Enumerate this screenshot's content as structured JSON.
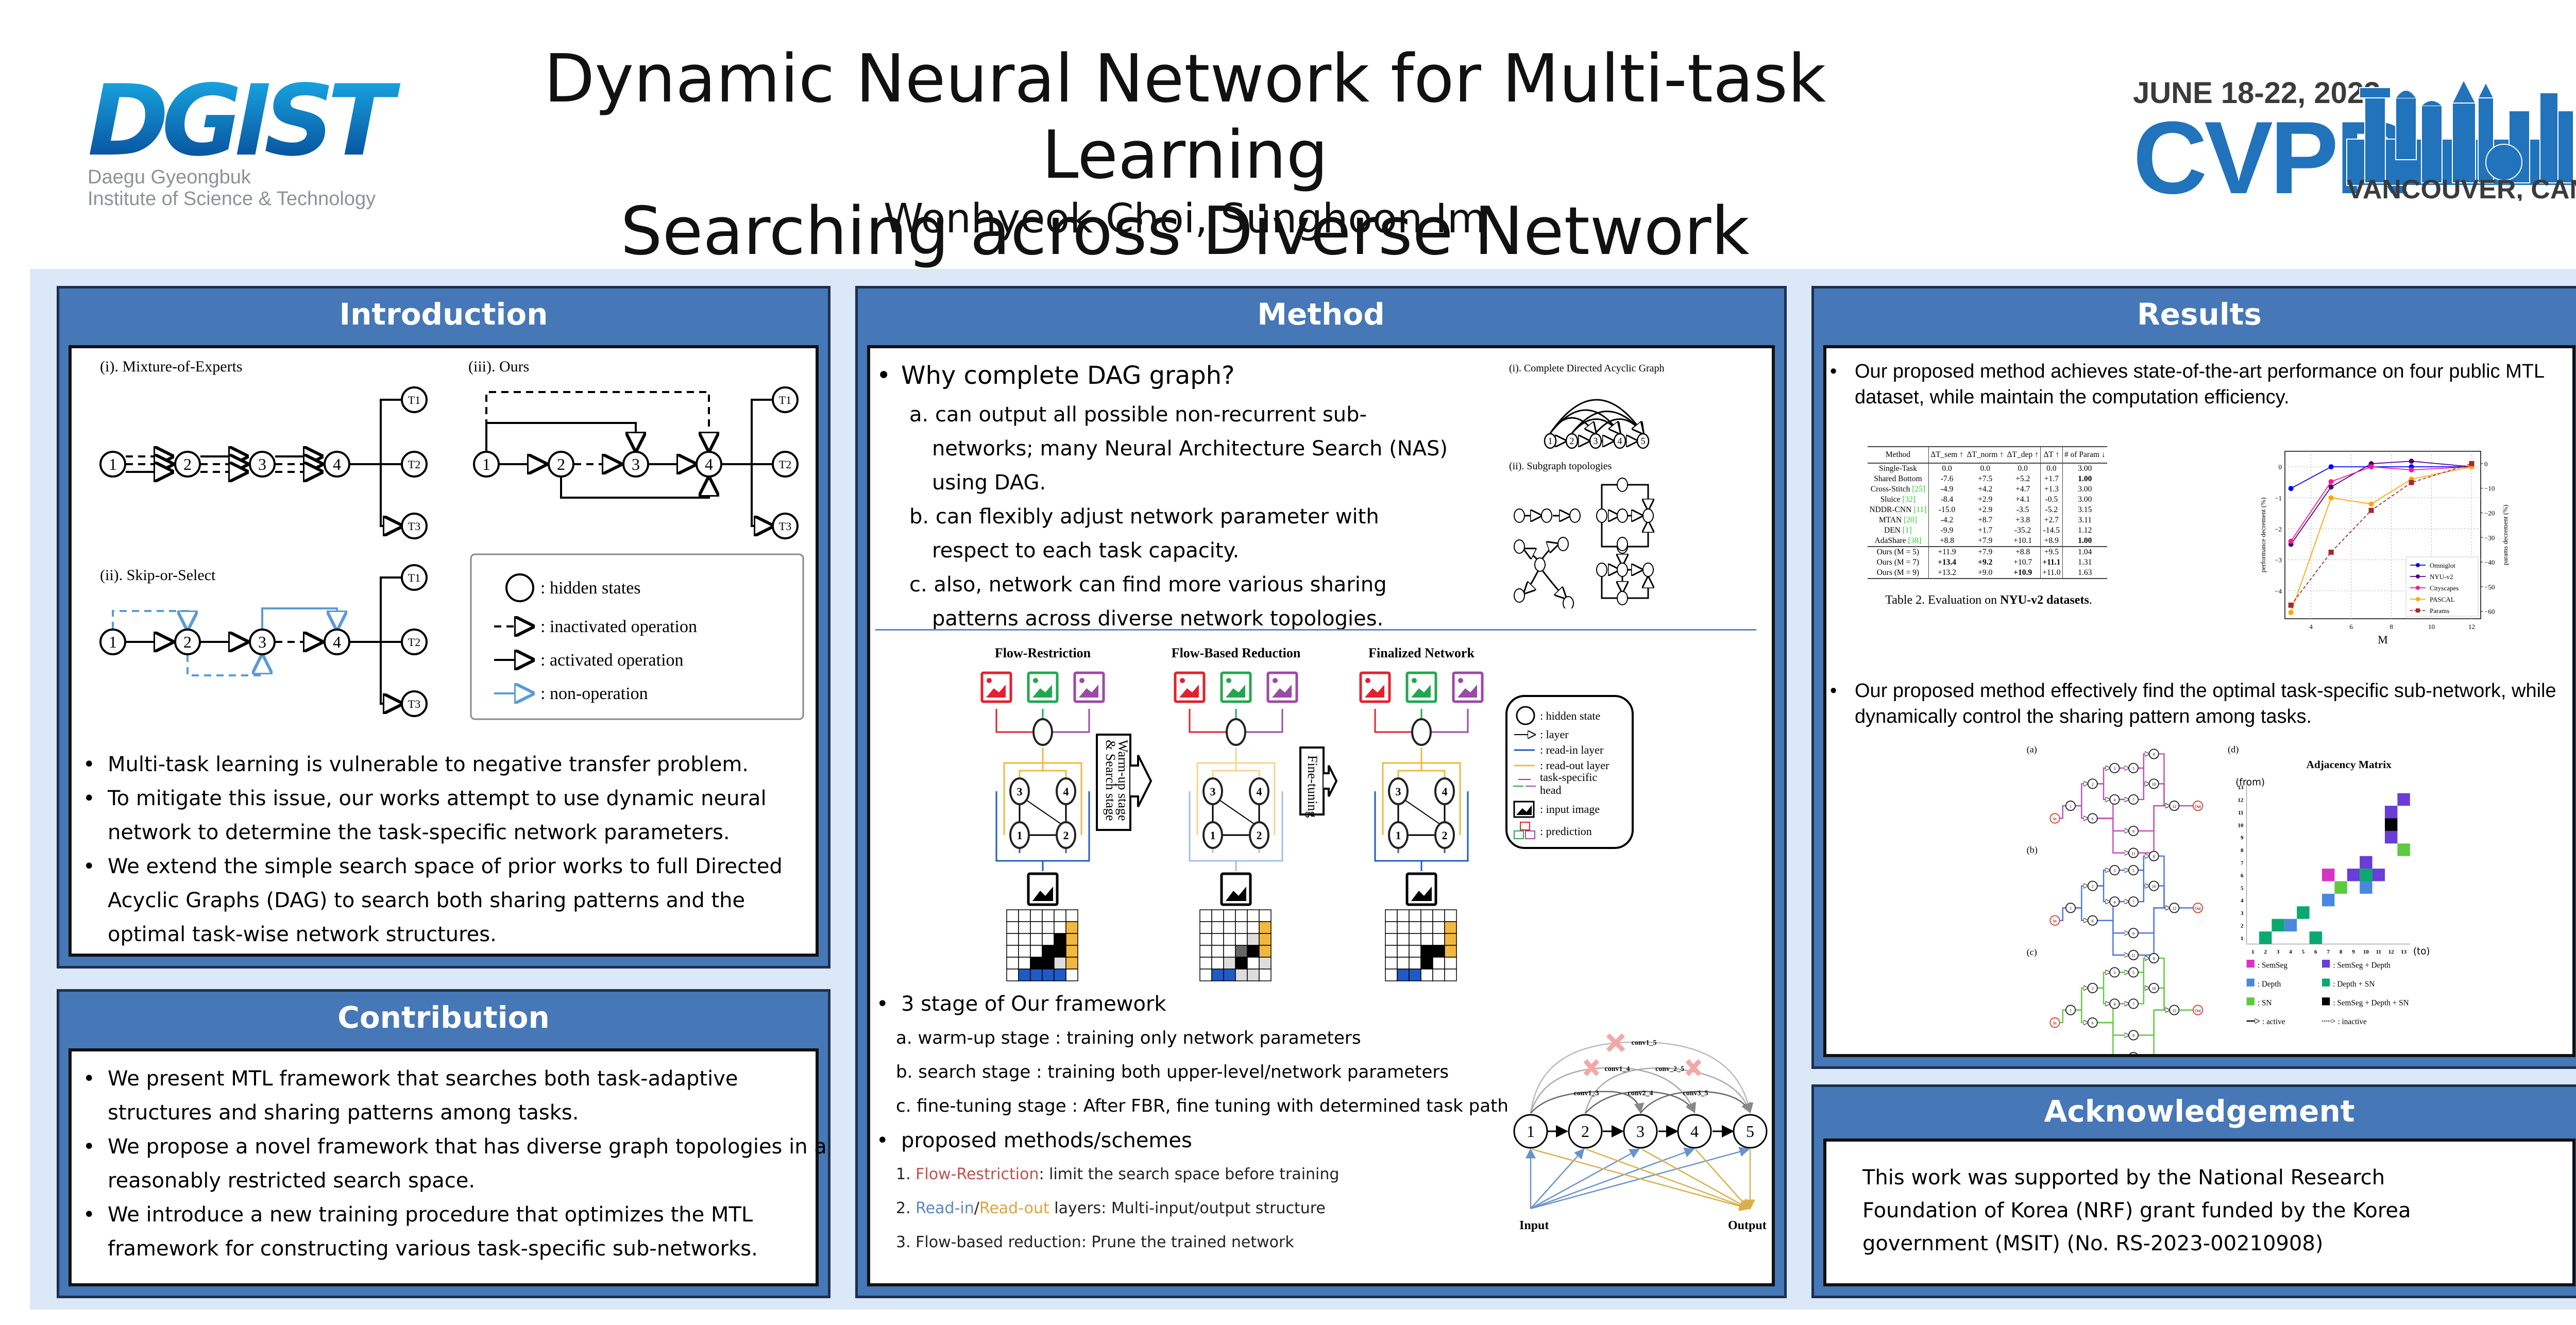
{
  "header": {
    "title_line1": "Dynamic Neural Network for Multi-task Learning",
    "title_line2": "Searching across Diverse Network Topologies",
    "authors": "Wonhyeok Choi, Sunghoon Im",
    "dgist_logo": {
      "wordmark": "DGIST",
      "line1": "Daegu Gyeongbuk",
      "line2": "Institute of Science & Technology"
    },
    "cvpr_logo": {
      "dates": "JUNE 18-22, 2023",
      "name": "CVPR",
      "location": "VANCOUVER, CANADA"
    }
  },
  "colors": {
    "section_header": "#4677b6",
    "background_panel": "#dbe8f8",
    "read_in": "#1f5bc7",
    "read_out": "#f0b840",
    "red": "#e5202e",
    "green": "#21a84f",
    "purple": "#9b4aa5"
  },
  "introduction": {
    "title": "Introduction",
    "fig": {
      "moe": "(i). Mixture-of-Experts",
      "skip": "(ii). Skip-or-Select",
      "ours": "(iii). Ours",
      "nodes": [
        "1",
        "2",
        "3",
        "4"
      ],
      "tasks": [
        "T1",
        "T2",
        "T3"
      ],
      "legend": [
        ": hidden states",
        ": inactivated operation",
        ": activated operation",
        ": non-operation"
      ]
    },
    "bullets": [
      "Multi-task learning is vulnerable to negative transfer problem.",
      "To mitigate this issue, our works attempt to use dynamic neural network to determine the task-specific network parameters.",
      "We extend the simple search space of prior works to full Directed Acyclic Graphs (DAG) to search both sharing patterns and the optimal task-wise network structures."
    ]
  },
  "contribution": {
    "title": "Contribution",
    "bullets": [
      "We present MTL framework that searches both task-adaptive structures and sharing patterns among tasks.",
      "We propose a novel framework that has diverse graph topologies in a reasonably restricted search space.",
      "We introduce a new training procedure that optimizes the MTL framework for constructing various task-specific sub-networks."
    ]
  },
  "method": {
    "title": "Method",
    "why_title": "Why complete DAG graph?",
    "why_items": [
      "a. can output all possible non-recurrent sub-networks; many Neural Architecture Search (NAS) using DAG.",
      "b. can flexibly adjust network parameter with respect to each task capacity.",
      "c. also, network can find more various sharing patterns across diverse network topologies."
    ],
    "dag_fig": {
      "complete": "(i). Complete Directed Acyclic Graph",
      "subgraph": "(ii). Subgraph topologies",
      "nodes": [
        "1",
        "2",
        "3",
        "4",
        "5"
      ]
    },
    "pipeline": {
      "stages": [
        "Flow-Restriction",
        "Flow-Based Reduction",
        "Finalized Network"
      ],
      "arrow1": [
        "Warm-up stage",
        "& Search stage"
      ],
      "arrow2": "Fine-tuning",
      "matrix_label": "Adjacency Matrix",
      "nodes": [
        "1",
        "2",
        "3",
        "4"
      ],
      "legend": [
        ": hidden state",
        ": layer",
        ": read-in layer",
        ": read-out layer",
        "task-specific",
        "head",
        ": input image",
        ": prediction"
      ]
    },
    "stages_title": "3 stage of Our framework",
    "stages": [
      "a. warm-up stage : training only network parameters",
      "b. search stage : training both upper-level/network parameters",
      "c. fine-tuning stage : After FBR, fine tuning with determined task path"
    ],
    "schemes_title": "proposed methods/schemes",
    "schemes": [
      {
        "num": "1. ",
        "hl1": "Flow-Restriction",
        "sep": "",
        "hl2": "",
        "rest": ":  limit the search space before training"
      },
      {
        "num": "2. ",
        "hl1": "Read-in",
        "sep": "/",
        "hl2": "Read-out",
        "rest": " layers: Multi-input/output structure"
      },
      {
        "num": "3. ",
        "hl1": "",
        "sep": "",
        "hl2": "",
        "rest": "Flow-based reduction: Prune the trained network"
      }
    ],
    "conv_fig": {
      "nodes": [
        "1",
        "2",
        "3",
        "4",
        "5"
      ],
      "edges": [
        "conv1_5",
        "conv1_4",
        "conv_2_5",
        "conv1_3",
        "conv2_4",
        "conv3_5"
      ],
      "input": "Input",
      "output": "Output"
    }
  },
  "results": {
    "title": "Results",
    "bullet1": "Our proposed method achieves state-of-the-art performance on four public MTL dataset, while maintain the computation efficiency.",
    "bullet2": "Our proposed method effectively find the optimal task-specific sub-network, while dynamically control the sharing pattern among tasks.",
    "table": {
      "caption_pre": "Table 2. Evaluation on ",
      "caption_bold": "NYU-v2 datasets",
      "caption_post": ".",
      "headers": [
        "Method",
        "ΔT_sem ↑",
        "ΔT_norm ↑",
        "ΔT_dep ↑",
        "ΔT ↑",
        "# of Param ↓"
      ],
      "rows": [
        [
          "Single-Task",
          "0.0",
          "0.0",
          "0.0",
          "0.0",
          "3.00"
        ],
        [
          "Shared Bottom",
          "-7.6",
          "+7.5",
          "+5.2",
          "+1.7",
          "1.00"
        ],
        [
          "Cross-Stitch [25]",
          "-4.9",
          "+4.2",
          "+4.7",
          "+1.3",
          "3.00"
        ],
        [
          "Sluice [32]",
          "-8.4",
          "+2.9",
          "+4.1",
          "-0.5",
          "3.00"
        ],
        [
          "NDDR-CNN [11]",
          "-15.0",
          "+2.9",
          "-3.5",
          "-5.2",
          "3.15"
        ],
        [
          "MTAN [20]",
          "-4.2",
          "+8.7",
          "+3.8",
          "+2.7",
          "3.11"
        ],
        [
          "DEN [1]",
          "-9.9",
          "+1.7",
          "-35.2",
          "-14.5",
          "1.12"
        ],
        [
          "AdaShare [38]",
          "+8.8",
          "+7.9",
          "+10.1",
          "+8.9",
          "1.00"
        ],
        [
          "Ours (M = 5)",
          "+11.9",
          "+7.9",
          "+8.8",
          "+9.5",
          "1.04"
        ],
        [
          "Ours (M = 7)",
          "+13.4",
          "+9.2",
          "+10.7",
          "+11.1",
          "1.31"
        ],
        [
          "Ours (M = 9)",
          "+13.2",
          "+9.0",
          "+10.9",
          "+11.0",
          "1.63"
        ]
      ]
    },
    "adjacency": {
      "panels": [
        "(a)",
        "(b)",
        "(c)",
        "(d)"
      ],
      "title": "Adjacency Matrix",
      "from_label": "(from)",
      "to_label": "(to)",
      "axis": [
        "1",
        "2",
        "3",
        "4",
        "5",
        "6",
        "7",
        "8",
        "9",
        "10",
        "11",
        "12",
        "13"
      ],
      "cells": [
        {
          "from": 1,
          "to": 2,
          "cat": "Depth + SN"
        },
        {
          "from": 1,
          "to": 6,
          "cat": "Depth + SN"
        },
        {
          "from": 2,
          "to": 3,
          "cat": "Depth + SN"
        },
        {
          "from": 2,
          "to": 4,
          "cat": "Depth"
        },
        {
          "from": 3,
          "to": 5,
          "cat": "Depth + SN"
        },
        {
          "from": 4,
          "to": 7,
          "cat": "Depth"
        },
        {
          "from": 5,
          "to": 8,
          "cat": "SN"
        },
        {
          "from": 5,
          "to": 10,
          "cat": "Depth"
        },
        {
          "from": 6,
          "to": 7,
          "cat": "SemSeg"
        },
        {
          "from": 6,
          "to": 9,
          "cat": "SemSeg + Depth"
        },
        {
          "from": 6,
          "to": 10,
          "cat": "Depth + SN"
        },
        {
          "from": 6,
          "to": 11,
          "cat": "SemSeg + Depth"
        },
        {
          "from": 7,
          "to": 10,
          "cat": "SemSeg + Depth"
        },
        {
          "from": 8,
          "to": 13,
          "cat": "SN"
        },
        {
          "from": 9,
          "to": 12,
          "cat": "SemSeg + Depth"
        },
        {
          "from": 10,
          "to": 12,
          "cat": "SemSeg + Depth + SN"
        },
        {
          "from": 11,
          "to": 12,
          "cat": "SemSeg + Depth"
        },
        {
          "from": 12,
          "to": 13,
          "cat": "SemSeg + Depth"
        }
      ],
      "legend": [
        {
          "label": ": SemSeg",
          "color": "#d733c6"
        },
        {
          "label": ": SemSeg + Depth",
          "color": "#6a3cd8"
        },
        {
          "label": ": Depth",
          "color": "#4a88e0"
        },
        {
          "label": ": Depth + SN",
          "color": "#0aa96f"
        },
        {
          "label": ": SN",
          "color": "#5ec93f"
        },
        {
          "label": ": SemSeg + Depth + SN",
          "color": "#000000"
        }
      ],
      "active": ": active",
      "inactive": ": inactive"
    }
  },
  "chart_data": {
    "type": "line",
    "title": "",
    "xlabel": "M",
    "ylabel": "performance decrement (%)",
    "y2label": "params decrement (%)",
    "x": [
      3,
      5,
      7,
      9,
      12
    ],
    "xticks": [
      4,
      6,
      8,
      10,
      12
    ],
    "ylim": [
      -4.9,
      0.5
    ],
    "yticks": [
      0,
      -1,
      -2,
      -3,
      -4
    ],
    "y2lim": [
      -63,
      5
    ],
    "y2ticks": [
      0,
      -10,
      -20,
      -30,
      -40,
      -50,
      -60
    ],
    "grid": true,
    "legend_position": "bottom-right",
    "series": [
      {
        "name": "Omniglot",
        "color": "#0000ff",
        "axis": "left",
        "values": [
          -0.7,
          0.0,
          0.0,
          0.0,
          0.0
        ]
      },
      {
        "name": "NYU-v2",
        "color": "#4b0082",
        "axis": "left",
        "values": [
          -2.5,
          -0.65,
          0.1,
          0.18,
          0.0
        ]
      },
      {
        "name": "Cityscapes",
        "color": "#ff1493",
        "axis": "left",
        "values": [
          -2.4,
          -0.48,
          0.0,
          -0.1,
          0.0
        ]
      },
      {
        "name": "PASCAL",
        "color": "#ffa500",
        "axis": "left",
        "values": [
          -4.7,
          -1.0,
          -1.2,
          -0.4,
          0.0
        ]
      },
      {
        "name": "Params",
        "color": "#a52a2a",
        "axis": "right",
        "dashed": true,
        "values": [
          -57.5,
          -36,
          -19,
          -7.7,
          0
        ]
      }
    ]
  }
}
